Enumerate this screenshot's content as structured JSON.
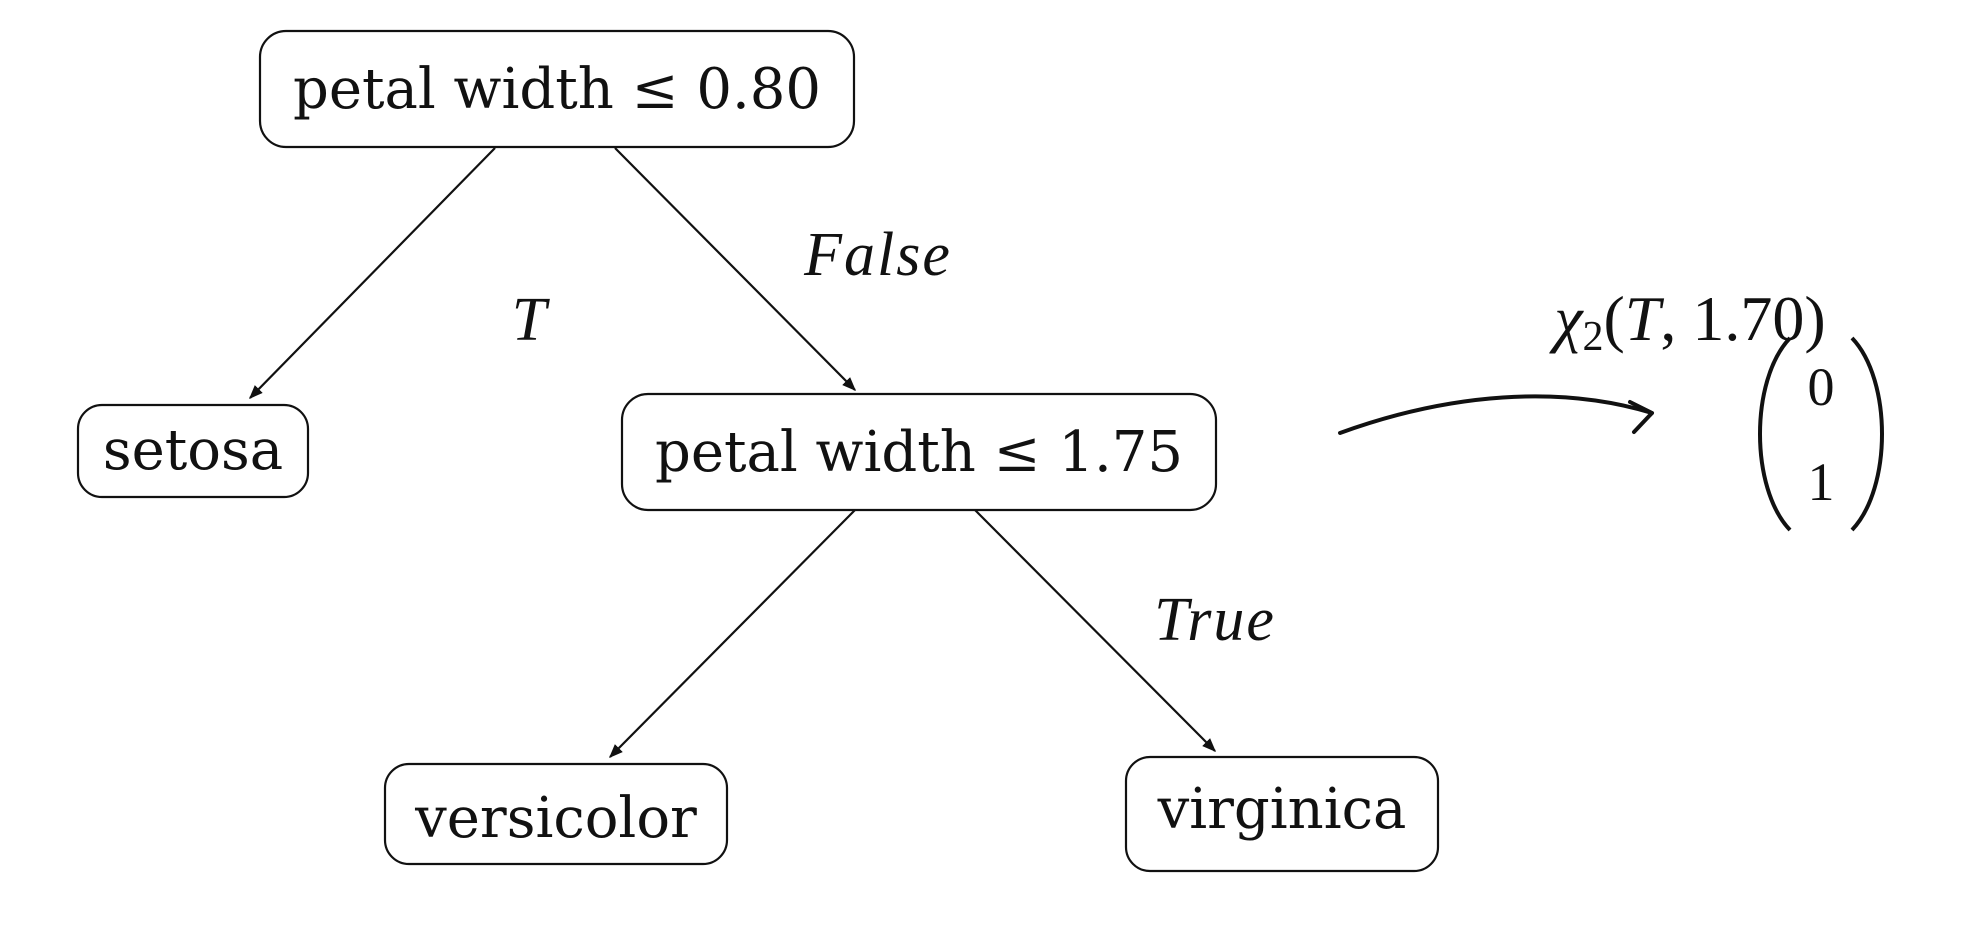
{
  "tree": {
    "root": {
      "label": "petal width ≤ 0.80"
    },
    "inner": {
      "label": "petal width ≤ 1.75"
    },
    "leaves": {
      "setosa": "setosa",
      "versicolor": "versicolor",
      "virginica": "virginica"
    },
    "edge_labels": {
      "root_left": "T",
      "root_right": "False",
      "inner_right": "True"
    }
  },
  "mapping": {
    "function_symbol": "χ",
    "function_subscript": "2",
    "arg_open": "(",
    "arg_var": "T",
    "arg_rest": ", 1.70)",
    "output_vector": [
      "0",
      "1"
    ]
  },
  "colors": {
    "stroke": "#111111",
    "background": "#ffffff"
  }
}
